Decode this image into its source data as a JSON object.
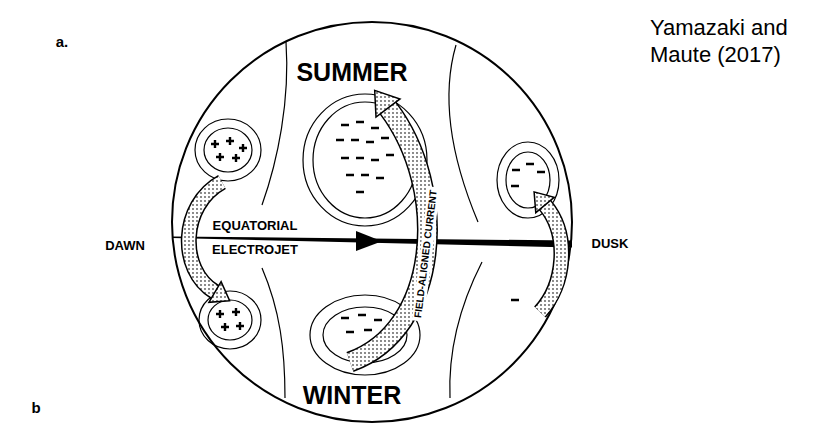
{
  "diagram": {
    "labels": [
      "a.",
      "Yamazaki and Maute (2017)",
      "SUMMER",
      "DAWN",
      "EQUATORIAL ELECTROJET",
      "FIELD-ALIGNED CURRENT",
      "DUSK",
      "WINTER",
      "b"
    ]
  }
}
